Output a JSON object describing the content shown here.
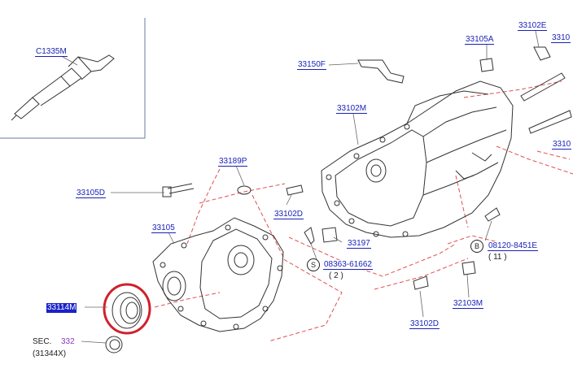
{
  "parts": {
    "p_c1335m": "C1335M",
    "p_33150f": "33150F",
    "p_33105a": "33105A",
    "p_33102e": "33102E",
    "p_3310_top": "3310",
    "p_33102m": "33102M",
    "p_3310_right": "3310",
    "p_33189p": "33189P",
    "p_33105d": "33105D",
    "p_33102d_left": "33102D",
    "p_33105": "33105",
    "p_33197": "33197",
    "p_08363": "08363-61662",
    "p_08363_qty": "( 2 )",
    "p_08120": "08120-8451E",
    "p_08120_qty": "( 11 )",
    "p_32103m": "32103M",
    "p_33114m": "33114M",
    "p_33102d_bottom": "33102D"
  },
  "symbols": {
    "s": "S",
    "b": "B"
  },
  "section_ref": {
    "prefix": "SEC.",
    "number": "332",
    "code": "(31344X)"
  },
  "colors": {
    "label": "#1a22b8",
    "highlight": "#1a22c8",
    "dashed_outline": "#e05050",
    "highlight_circle": "#d0202a",
    "section_number": "#8a3ab9"
  }
}
